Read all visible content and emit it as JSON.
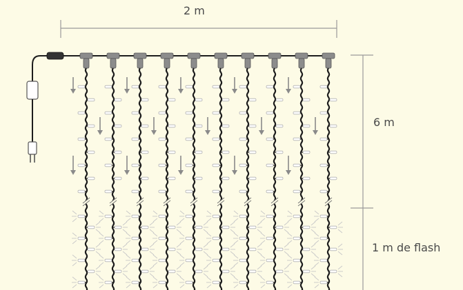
{
  "diagram": {
    "labels": {
      "width": "2 m",
      "height": "6 m",
      "flash": "1 m de flash"
    },
    "strands": 10,
    "colors": {
      "background": "#fdfbe6",
      "cable": "#1c1c1c",
      "connector": "#8c8c8c",
      "dimension_line": "#9a9a9a",
      "arrow": "#8a8a8a",
      "bulb_outline": "#b4b4b4",
      "flash_ray": "#c8c8c8",
      "text": "#4a4a4a"
    },
    "icons": [
      "power-plug-icon",
      "controller-box-icon",
      "down-arrow-icon",
      "led-bulb-icon",
      "flash-ray-icon"
    ]
  }
}
